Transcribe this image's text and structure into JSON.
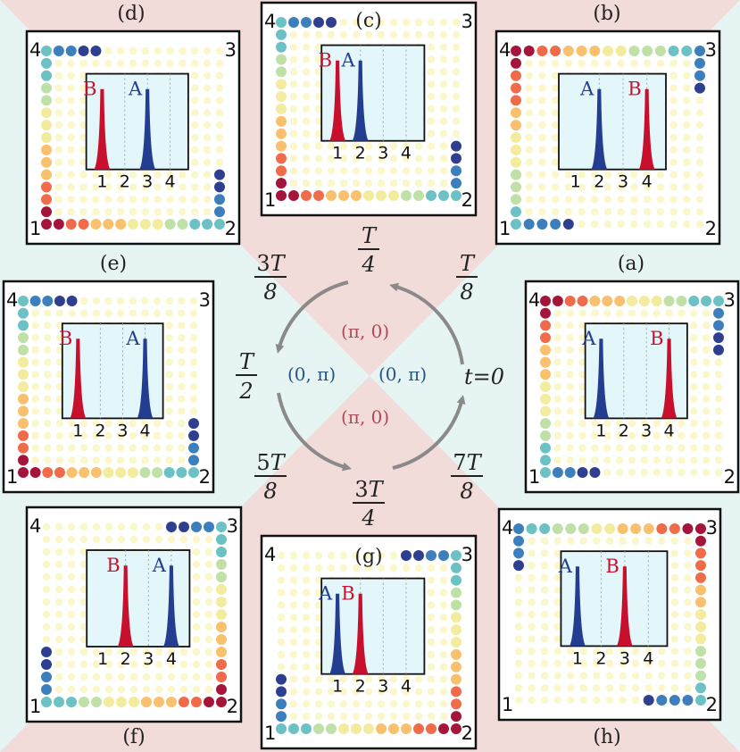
{
  "figure": {
    "corners": [
      "1",
      "2",
      "3",
      "4"
    ],
    "peaks": {
      "a_label": "A",
      "b_label": "B"
    },
    "inset_ticks": [
      "1",
      "2",
      "3",
      "4"
    ],
    "panels": [
      {
        "id": "a",
        "label": "(a)",
        "edge": "left",
        "hot": "top-left",
        "peak_A": 1,
        "peak_B": 4
      },
      {
        "id": "b",
        "label": "(b)",
        "edge": "left",
        "hot": "top-left",
        "peak_A": 2,
        "peak_B": 4
      },
      {
        "id": "c",
        "label": "(c)",
        "edge": "bottom",
        "hot": "bottom-left",
        "peak_A": 2,
        "peak_B": 1
      },
      {
        "id": "d",
        "label": "(d)",
        "edge": "bottom",
        "hot": "bottom-left",
        "peak_A": 3,
        "peak_B": 1
      },
      {
        "id": "e",
        "label": "(e)",
        "edge": "left",
        "hot": "bottom-left",
        "peak_A": 4,
        "peak_B": 1
      },
      {
        "id": "f",
        "label": "(f)",
        "edge": "left",
        "hot": "bottom-right",
        "peak_A": 4,
        "peak_B": 2
      },
      {
        "id": "g",
        "label": "(g)",
        "edge": "bottom",
        "hot": "bottom-right",
        "peak_A": 1,
        "peak_B": 2
      },
      {
        "id": "h",
        "label": "(h)",
        "edge": "bottom",
        "hot": "top-right",
        "peak_A": 1,
        "peak_B": 3
      }
    ],
    "times": {
      "t0": "t=0",
      "T8": "T/8",
      "T4": "T/4",
      "T38": "3T/8",
      "T2": "T/2",
      "T58": "5T/8",
      "T34": "3T/4",
      "T78": "7T/8"
    },
    "phases": {
      "top": "(π, 0)",
      "bottom": "(π, 0)",
      "left": "(0, π)",
      "right": "(0, π)"
    },
    "colors": {
      "background_pink": "#f2dcd9",
      "background_cyan": "#e6f4f4",
      "peak_A": "#233d91",
      "peak_B": "#c8102e",
      "inset_bg": "#e3f7fb",
      "arrow": "#8a8a8a",
      "phase_pink": "#b24a55",
      "phase_blue": "#27567e"
    }
  }
}
